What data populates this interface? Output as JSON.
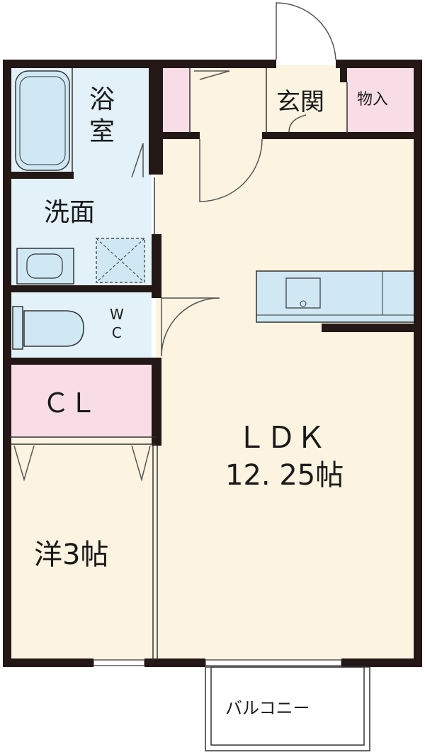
{
  "rooms": {
    "bath": "浴\n室",
    "washroom": "洗面",
    "toilet": "W\nC",
    "entrance": "玄関",
    "storage": "物入",
    "closet": "ＣＬ",
    "ldk_name": "ＬＤＫ",
    "ldk_size": "12. 25帖",
    "western": "洋3帖",
    "balcony": "バルコニー"
  },
  "colors": {
    "wall": "#231815",
    "bath_fill": "#e3f1f9",
    "fixture_fill": "#cfe8f4",
    "pink_fill": "#f9dde6",
    "floor_fill": "#fcf3e0",
    "door_line": "#555555"
  }
}
